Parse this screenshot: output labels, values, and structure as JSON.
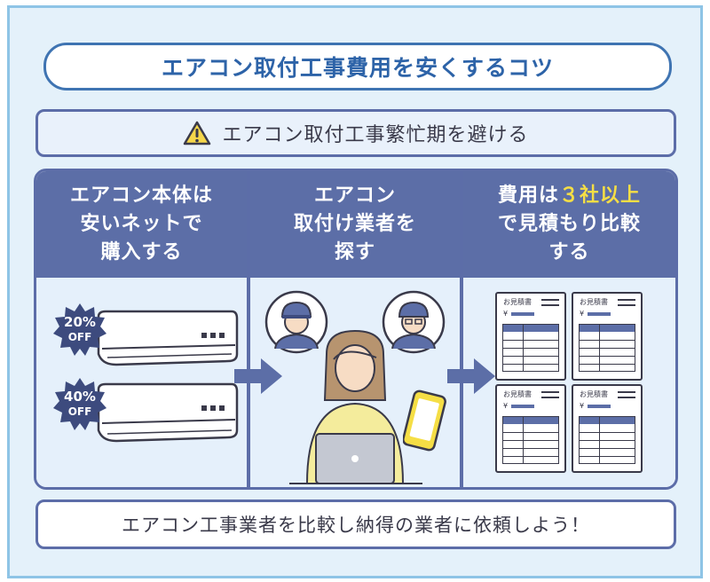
{
  "title": "エアコン取付工事費用を安くするコツ",
  "tip": {
    "text": "エアコン取付工事繁忙期を避ける",
    "icon": "warning-icon"
  },
  "panels": [
    {
      "heading_lines": [
        "エアコン本体は",
        "安いネットで",
        "購入する"
      ],
      "badges": [
        "20%",
        "OFF",
        "40%",
        "OFF"
      ]
    },
    {
      "heading_lines": [
        "エアコン",
        "取付け業者を",
        "探す"
      ]
    },
    {
      "heading_line1_prefix": "費用は",
      "heading_line1_highlight": "３社以上",
      "heading_line2": "で見積もり比較",
      "heading_line3": "する",
      "estimate_label": "お見積書",
      "estimate_yen": "¥"
    }
  ],
  "footer": "エアコン工事業者を比較し納得の業者に依頼しよう！",
  "colors": {
    "frame": "#8ec4e6",
    "accent_blue": "#2d63a8",
    "panel_head": "#5c6ea7",
    "highlight": "#f5de45",
    "badge": "#3d4b7e"
  }
}
